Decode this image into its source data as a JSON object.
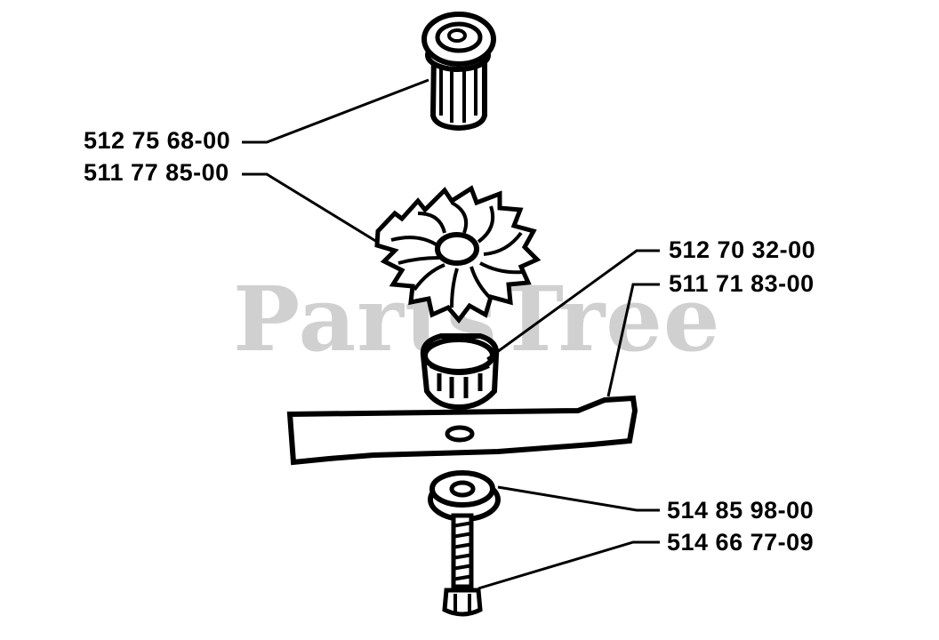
{
  "watermark": "PartsTree",
  "parts": [
    {
      "id": "cap",
      "number": "512 75 68-00"
    },
    {
      "id": "fan",
      "number": "511 77 85-00"
    },
    {
      "id": "hub",
      "number": "512 70 32-00"
    },
    {
      "id": "blade",
      "number": "511 71 83-00"
    },
    {
      "id": "washer",
      "number": "514 85 98-00"
    },
    {
      "id": "bolt",
      "number": "514 66 77-09"
    }
  ]
}
